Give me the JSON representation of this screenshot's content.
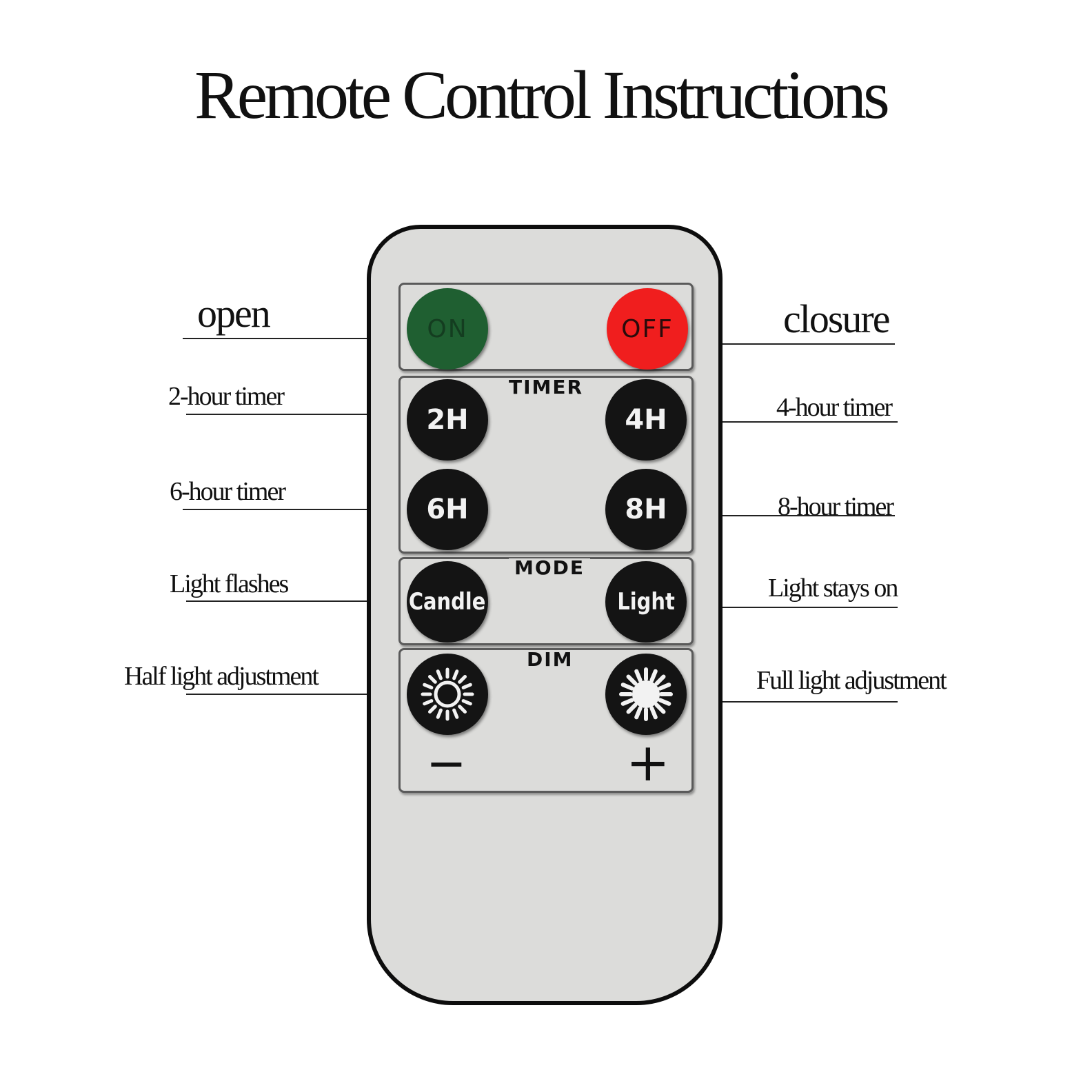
{
  "title": "Remote Control Instructions",
  "remote": {
    "sections": {
      "timer": "TIMER",
      "mode": "MODE",
      "dim": "DIM"
    },
    "buttons": {
      "on": "ON",
      "off": "OFF",
      "timer_2h": "2H",
      "timer_4h": "4H",
      "timer_6h": "6H",
      "timer_8h": "8H",
      "candle": "Candle",
      "light": "Light",
      "dim_down_icon": "sun-outline-icon",
      "dim_up_icon": "sun-filled-icon"
    },
    "symbols": {
      "minus": "−",
      "plus": "+"
    },
    "colors": {
      "on": "#1f5f31",
      "off": "#f01e1e",
      "button": "#141414",
      "body": "#dcdcda"
    }
  },
  "labels": {
    "open": "open",
    "closure": "closure",
    "timer_2h": "2-hour timer",
    "timer_4h": "4-hour timer",
    "timer_6h": "6-hour timer",
    "timer_8h": "8-hour timer",
    "light_flashes": "Light flashes",
    "light_stays_on": "Light stays on",
    "half_light": "Half light adjustment",
    "full_light": "Full light adjustment"
  }
}
